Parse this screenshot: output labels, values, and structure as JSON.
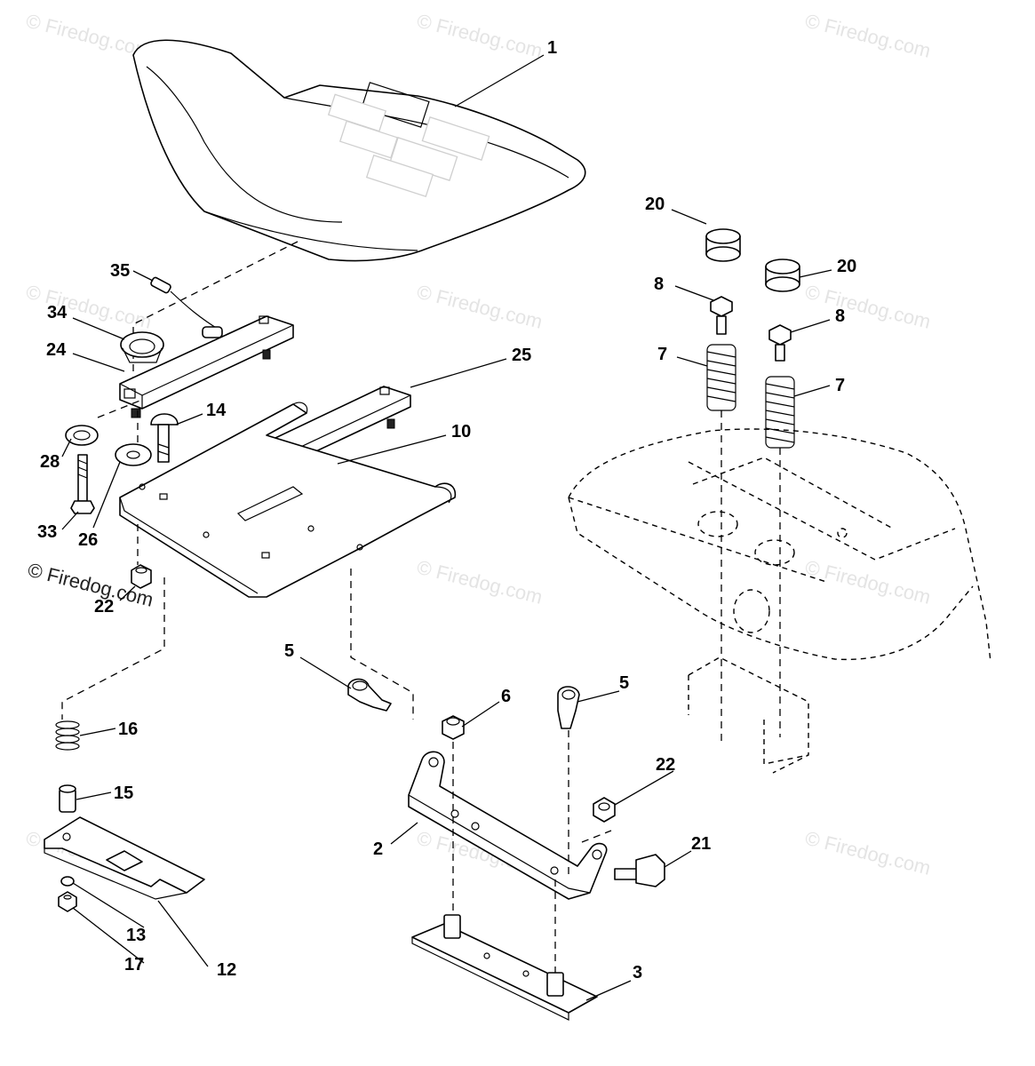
{
  "watermark": {
    "text": "© Firedog.com",
    "color": "#dcdcdc",
    "dark_text": "© Firedog.com"
  },
  "callouts": {
    "c1": "1",
    "c2": "2",
    "c3": "3",
    "c5a": "5",
    "c5b": "5",
    "c6": "6",
    "c7a": "7",
    "c7b": "7",
    "c8a": "8",
    "c8b": "8",
    "c10": "10",
    "c12": "12",
    "c13": "13",
    "c14": "14",
    "c15": "15",
    "c16": "16",
    "c17": "17",
    "c20a": "20",
    "c20b": "20",
    "c21": "21",
    "c22a": "22",
    "c22b": "22",
    "c24": "24",
    "c25": "25",
    "c26": "26",
    "c28": "28",
    "c33": "33",
    "c34": "34",
    "c35": "35"
  }
}
